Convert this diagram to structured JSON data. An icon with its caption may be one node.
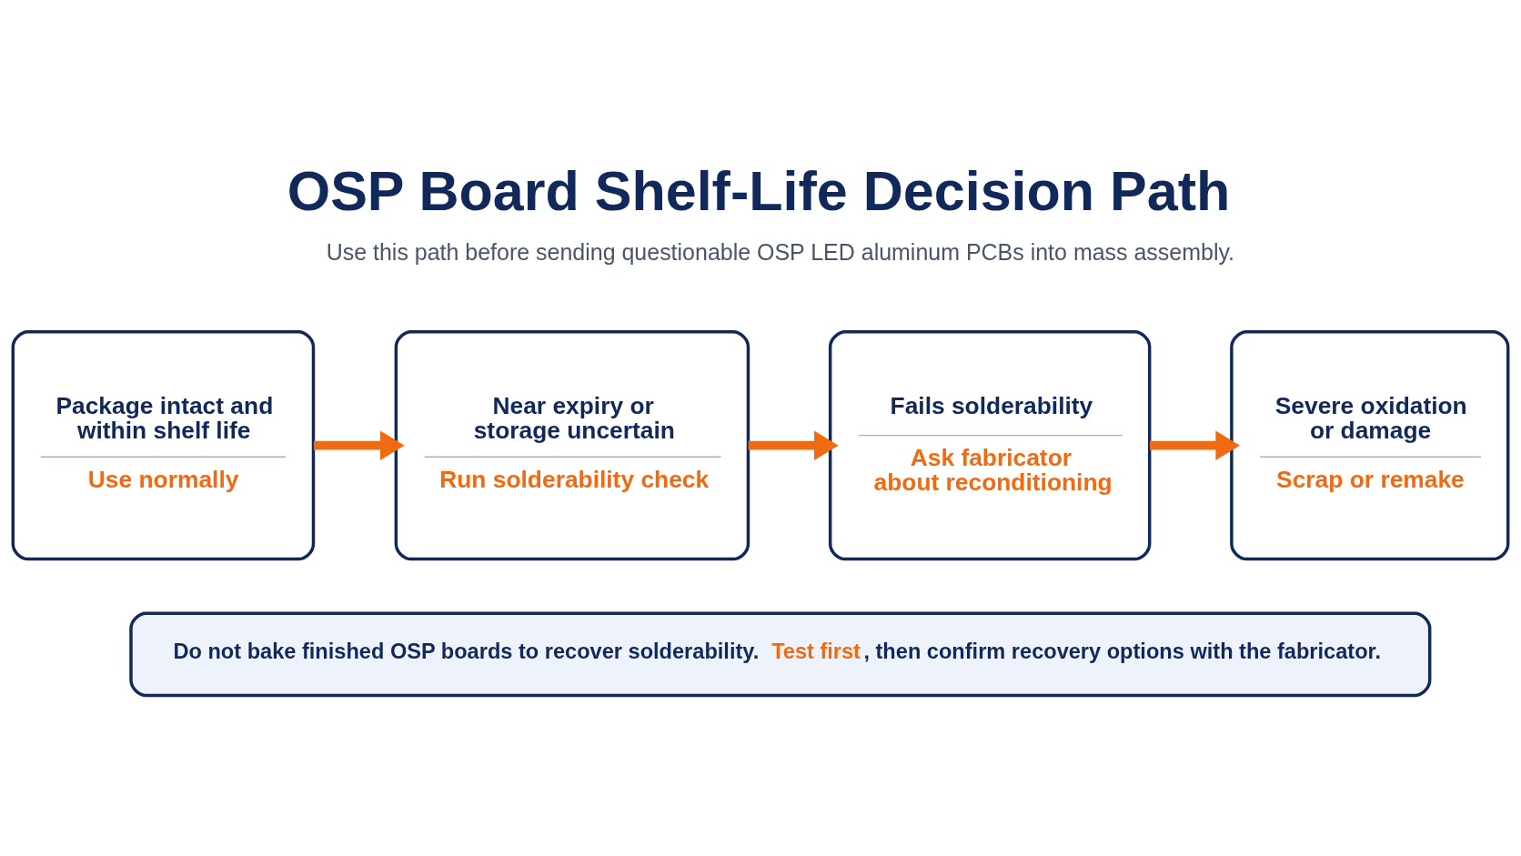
{
  "diagram": {
    "title": "OSP Board Shelf-Life Decision Path",
    "nodes": [
      {
        "text": [
          "Package intact and within shelf life",
          "Use normally"
        ]
      },
      {
        "text": [
          "Near expiry or storage uncertain",
          "Run solderability check"
        ]
      },
      {
        "text": [
          "Fails solderability",
          "Ask fabricator about reconditioning"
        ]
      },
      {
        "text": [
          "Severe oxidation or damage",
          "Scrap or remake"
        ]
      },
      {
        "text": [
          "Do not bake finished OSP boards to recover solderability. **Test first**, then confirm recovery options with the fabricator."
        ]
      }
    ],
    "edges": [
      {
        "from": 0,
        "to": 1,
        "arrow": "to"
      },
      {
        "from": 1,
        "to": 2,
        "arrow": "to"
      },
      {
        "from": 2,
        "to": 3,
        "arrow": "to"
      }
    ],
    "labels": [
      "Use this path before sending questionable OSP LED aluminum PCBs into mass assembly."
    ]
  }
}
